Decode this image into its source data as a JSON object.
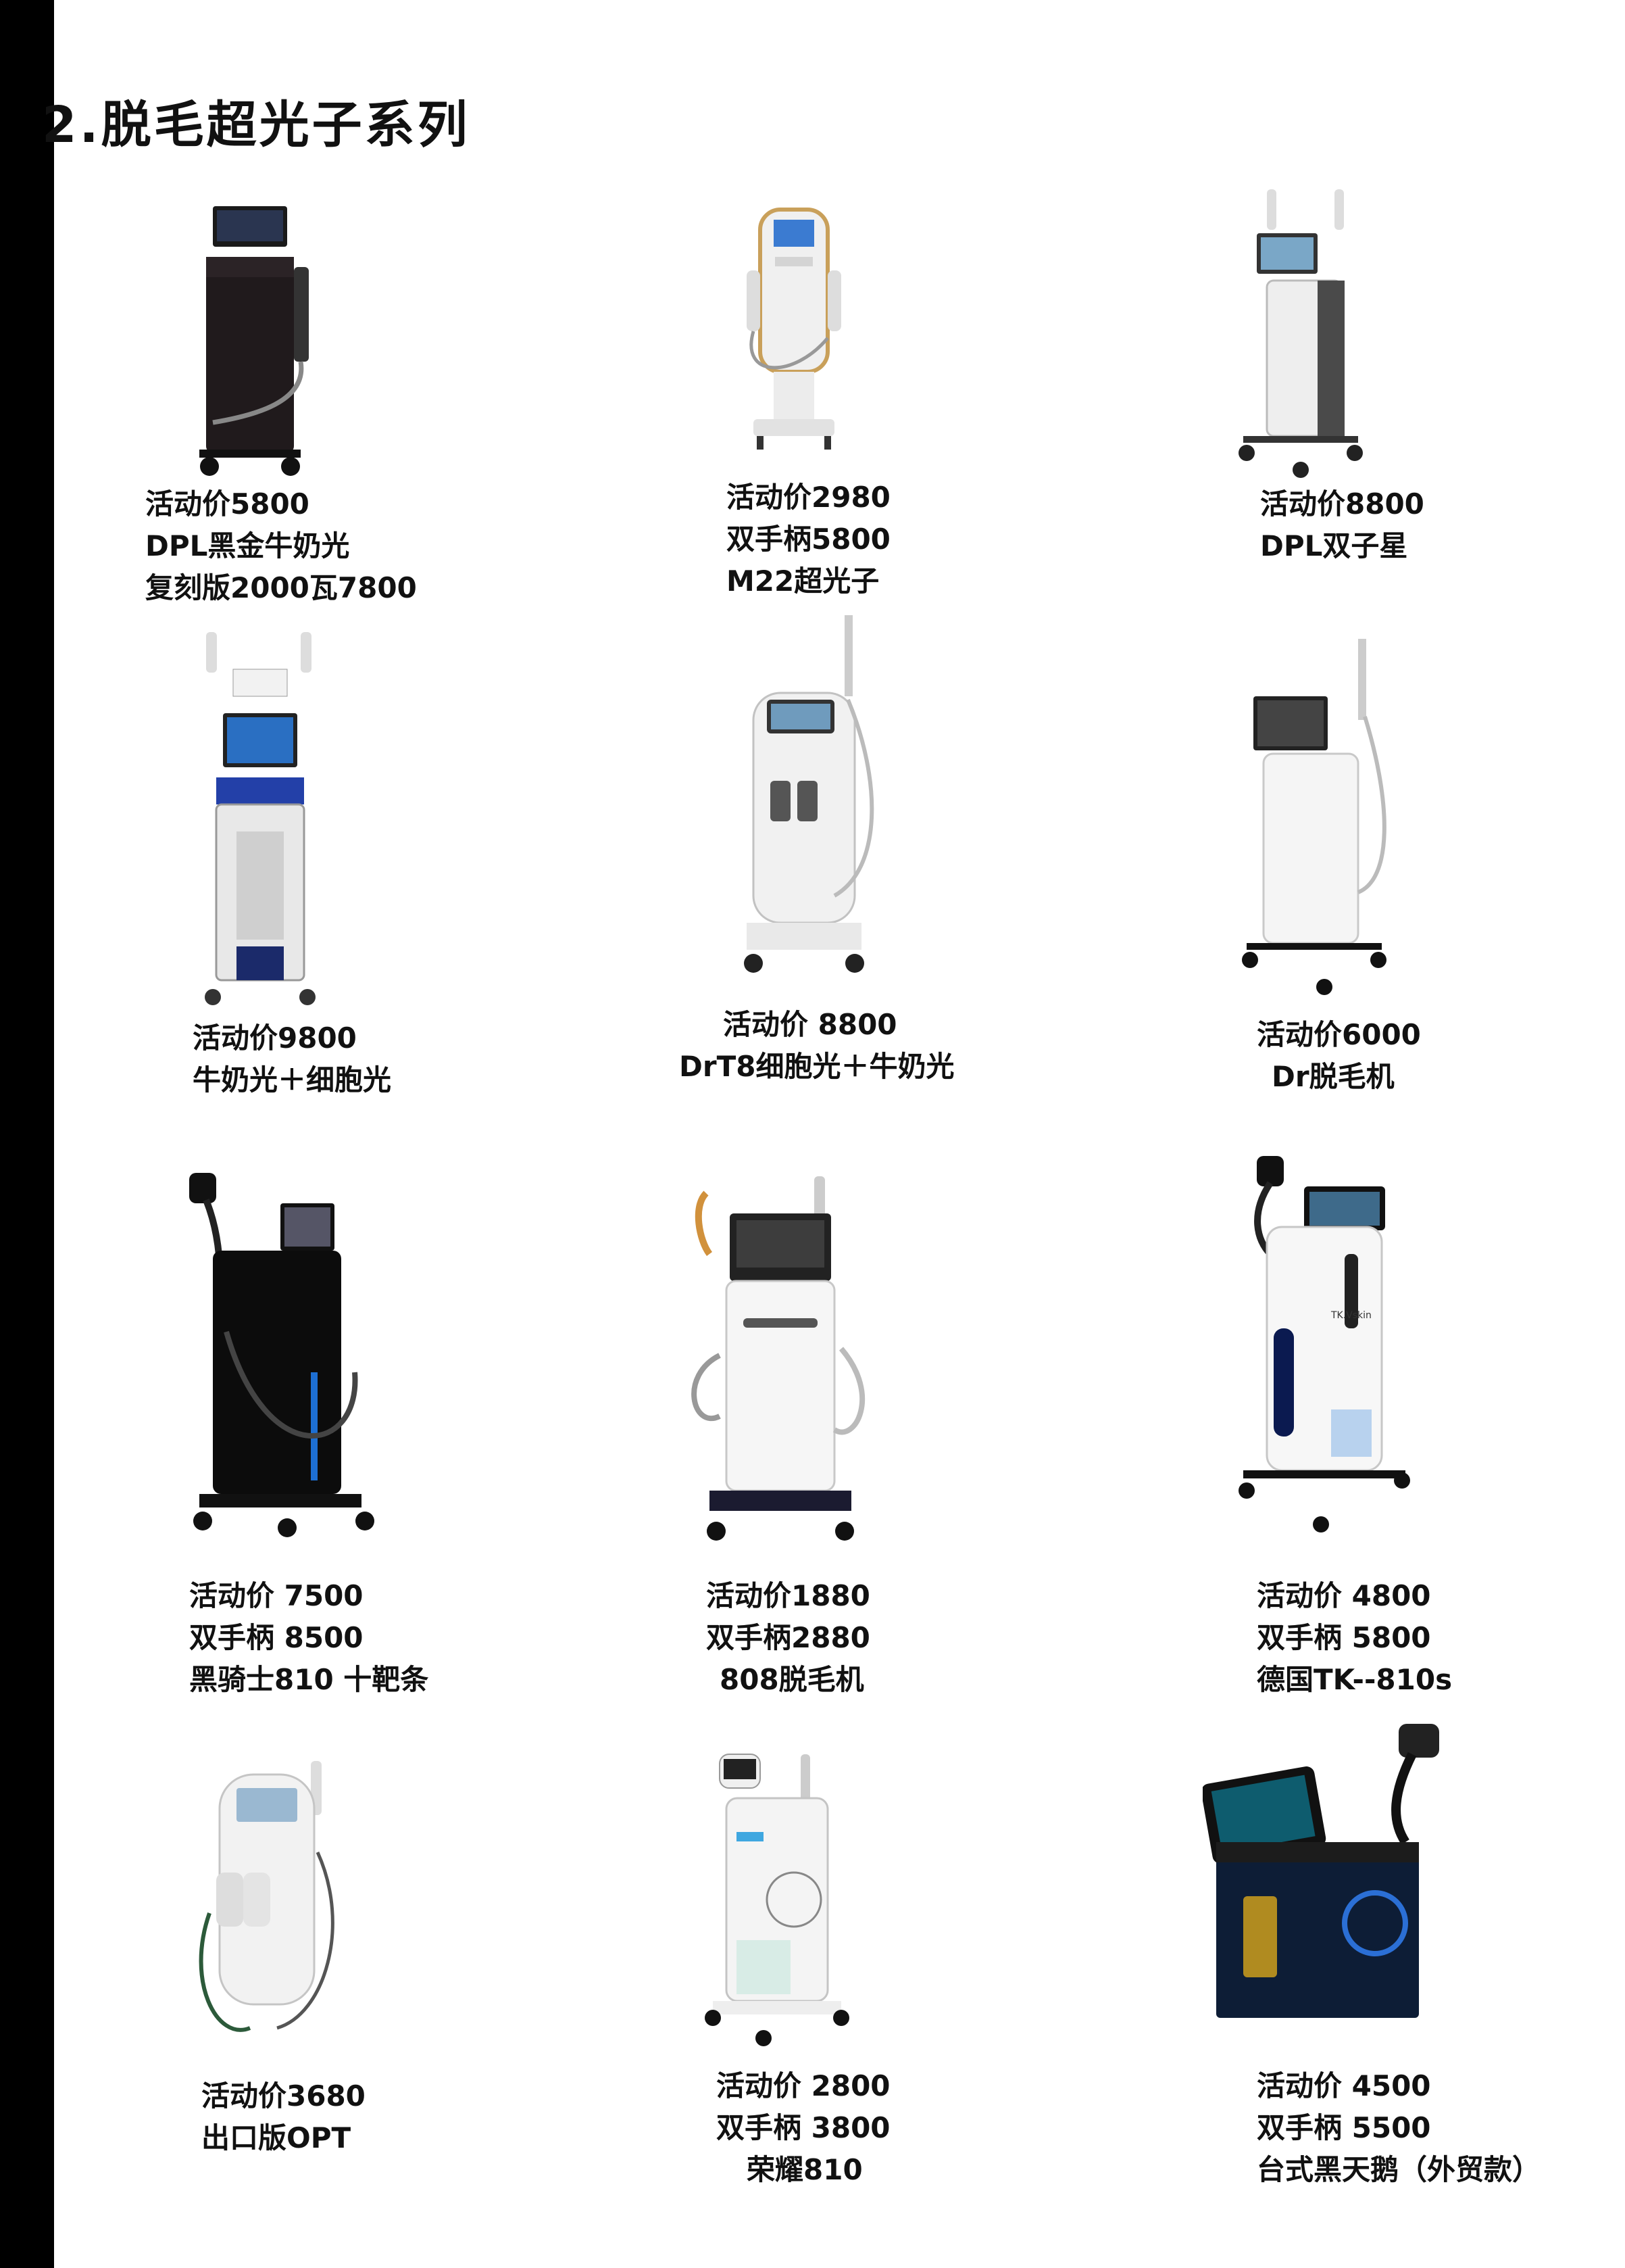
{
  "page": {
    "title": "2.脱毛超光子系列"
  },
  "products": [
    {
      "lines": [
        "活动价5800",
        "DPL黑金牛奶光",
        "复刻版2000瓦7800"
      ],
      "image": "black-hair-removal-machine"
    },
    {
      "lines": [
        "活动价2980",
        "双手柄5800",
        "M22超光子"
      ],
      "image": "white-gold-opt-machine"
    },
    {
      "lines": [
        "活动价8800",
        "DPL双子星"
      ],
      "image": "dual-handle-tower-machine"
    },
    {
      "lines": [
        "活动价9800",
        "牛奶光＋细胞光"
      ],
      "image": "cell-light-tower-machine"
    },
    {
      "lines": [
        "活动价 8800",
        "DrT8细胞光＋牛奶光"
      ],
      "image": "white-dual-handle-machine"
    },
    {
      "lines": [
        "活动价6000",
        "Dr脱毛机"
      ],
      "image": "white-laser-stand-machine"
    },
    {
      "lines": [
        "活动价 7500",
        "双手柄 8500",
        "黑骑士810 十靶条"
      ],
      "image": "black-diode-laser-machine"
    },
    {
      "lines": [
        "活动价1880",
        "双手柄2880",
        "808脱毛机"
      ],
      "image": "white-808-machine"
    },
    {
      "lines": [
        "活动价 4800",
        "双手柄 5800",
        "德国TK--810s"
      ],
      "image": "tk-vskin-machine",
      "logo": "TK.Vskin"
    },
    {
      "lines": [
        "活动价3680",
        "出口版OPT"
      ],
      "image": "white-export-opt-machine"
    },
    {
      "lines": [
        "活动价 2800",
        "双手柄 3800",
        "荣耀810"
      ],
      "image": "white-glory-machine"
    },
    {
      "lines": [
        "活动价 4500",
        "双手柄 5500",
        "台式黑天鹅（外贸款）"
      ],
      "image": "desktop-black-swan-machine"
    }
  ]
}
